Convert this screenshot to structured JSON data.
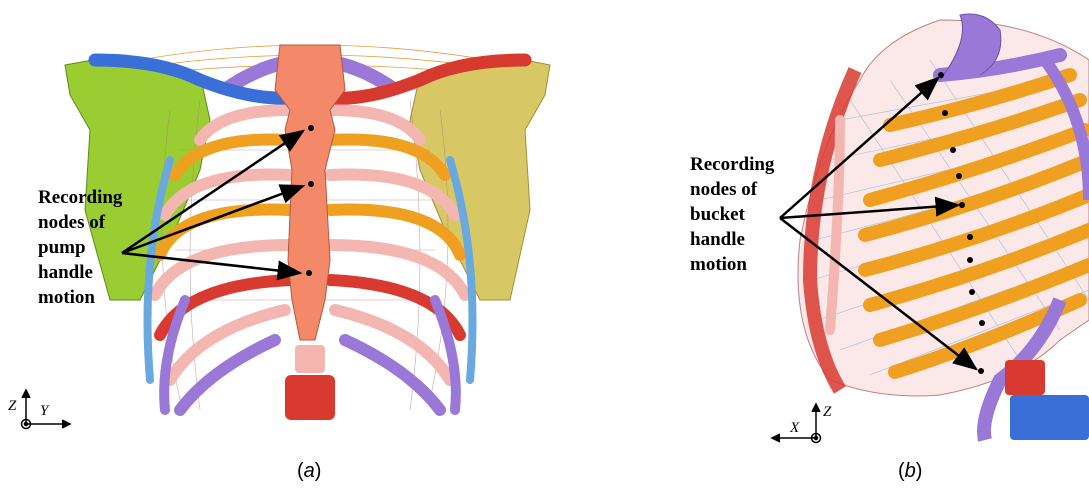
{
  "panel_a": {
    "callout": "Recording\nnodes of\npump\nhandle\nmotion",
    "caption_letter": "a",
    "axis": {
      "vertical": "Z",
      "horizontal": "Y"
    }
  },
  "panel_b": {
    "callout": "Recording\nnodes of\nbucket\nhandle\nmotion",
    "caption_letter": "b",
    "axis": {
      "vertical": "Z",
      "horizontal": "X"
    }
  },
  "colors": {
    "left_scapula": "#9acd32",
    "right_scapula": "#d8c865",
    "sternum": "#f4896a",
    "clavicle_blue": "#3a6fd8",
    "clavicle_red": "#d63a2e",
    "rib_orange": "#f0a020",
    "rib_pink": "#f4b6b0",
    "rib_purple": "#9a78d8",
    "rib_red": "#d83a30",
    "cartilage_blue": "#6aa8e0"
  }
}
